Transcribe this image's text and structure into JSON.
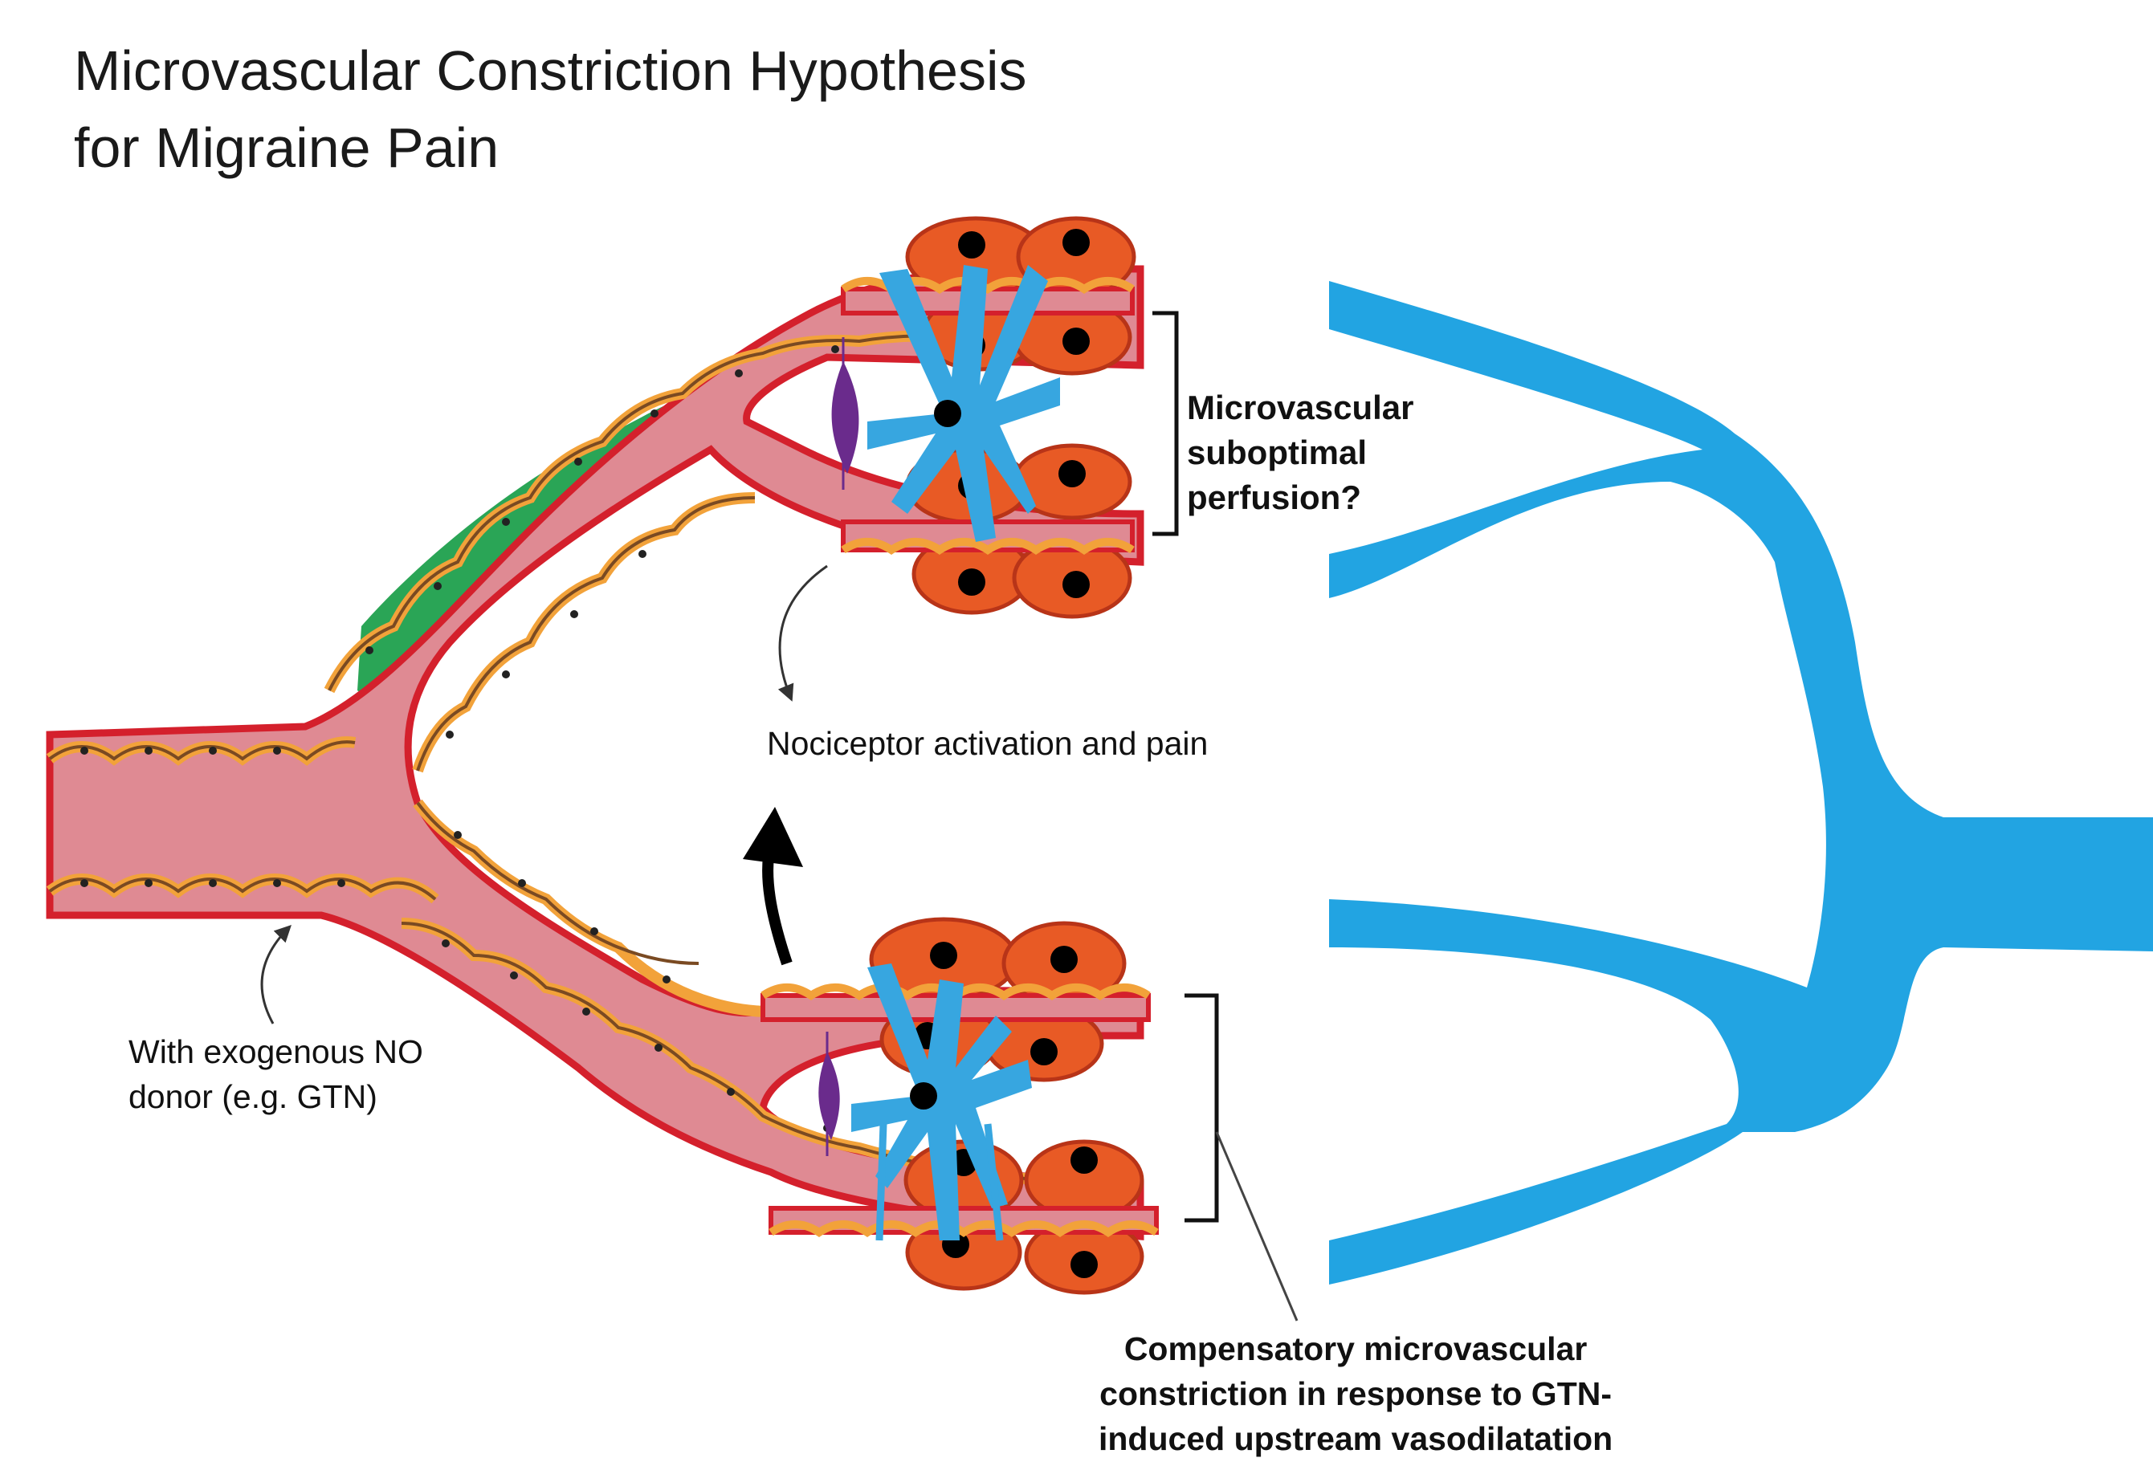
{
  "title": {
    "line1": "Microvascular Constriction Hypothesis",
    "line2": "for Migraine Pain"
  },
  "labels": {
    "nociceptor": "Nociceptor activation and pain",
    "exogenous_line1": "With exogenous NO",
    "exogenous_line2": "donor (e.g. GTN)",
    "suboptimal_line1": "Microvascular",
    "suboptimal_line2": "suboptimal",
    "suboptimal_line3": "perfusion?",
    "compensatory_line1": "Compensatory microvascular",
    "compensatory_line2": "constriction in response to  GTN-",
    "compensatory_line3": "induced upstream vasodilatation"
  },
  "colors": {
    "vessel_fill": "#df8a93",
    "vessel_edge": "#d4202c",
    "endothelium": "#f2a23a",
    "endothelium_edge": "#7a4a22",
    "smooth_muscle": "#2aa556",
    "pericyte": "#e85a25",
    "nucleus": "#000000",
    "astrocyte": "#37a6e0",
    "vein": "#22a4e2",
    "nerve": "#6a2b8c"
  }
}
